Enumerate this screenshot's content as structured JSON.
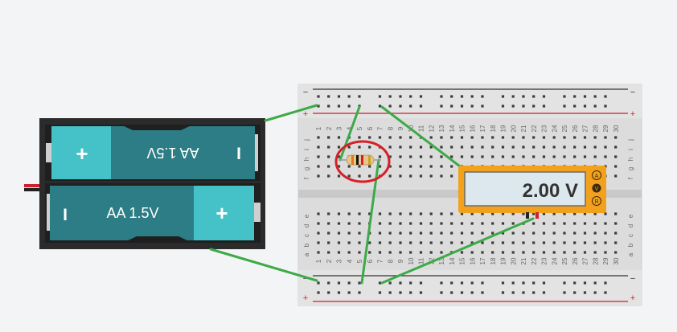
{
  "battery_pack": {
    "top_cell": {
      "label": "AA 1.5V",
      "plus": "+",
      "minus": "I"
    },
    "bottom_cell": {
      "label": "AA 1.5V",
      "plus": "+",
      "minus": "I"
    }
  },
  "breadboard": {
    "rail_minus": "−",
    "rail_plus": "+",
    "row_letters_top": [
      "j",
      "i",
      "h",
      "g",
      "f"
    ],
    "row_letters_bottom": [
      "e",
      "d",
      "c",
      "b",
      "a"
    ],
    "column_numbers": [
      "1",
      "2",
      "3",
      "4",
      "5",
      "6",
      "7",
      "8",
      "9",
      "10",
      "11",
      "12",
      "13",
      "14",
      "15",
      "16",
      "17",
      "18",
      "19",
      "20",
      "21",
      "22",
      "23",
      "24",
      "25",
      "26",
      "27",
      "28",
      "29",
      "30"
    ]
  },
  "multimeter": {
    "reading": "2.00 V",
    "modes": [
      "A",
      "V",
      "R"
    ],
    "active_mode": "V"
  },
  "colors": {
    "wire": "#3daa48",
    "highlight": "#d81f26",
    "cell_dark": "#2c7d85",
    "cell_light": "#45c2c8",
    "meter_body": "#f2a11d"
  }
}
